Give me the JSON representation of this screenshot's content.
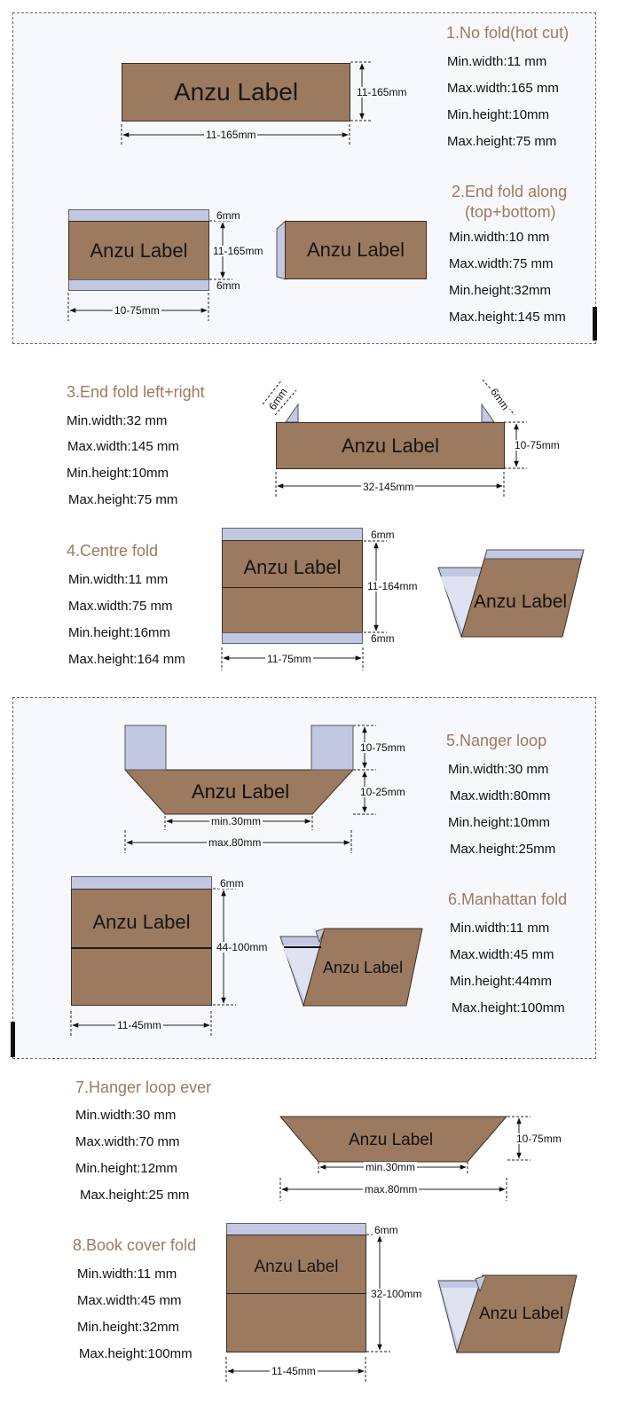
{
  "colors": {
    "label": "#9c7a5f",
    "fold": "#c3c8e2",
    "heading": "#9b7a60"
  },
  "brand": "Anzu Label",
  "s1": {
    "title": "1.No fold(hot cut)",
    "specs": [
      "Min.width:11 mm",
      "Max.width:165 mm",
      "Min.height:10mm",
      "Max.height:75 mm"
    ],
    "dim_h": "11-165mm",
    "dim_w": "11-165mm"
  },
  "s2": {
    "title_line1": "2.End fold along",
    "title_line2": "(top+bottom)",
    "specs": [
      "Min.width:10 mm",
      "Max.width:75 mm",
      "Min.height:32mm",
      "Max.height:145 mm"
    ],
    "fold_top": "6mm",
    "fold_bottom": "6mm",
    "dim_h": "11-165mm",
    "dim_w": "10-75mm"
  },
  "s3": {
    "title": "3.End fold left+right",
    "specs": [
      "Min.width:32 mm",
      "Max.width:145 mm",
      "Min.height:10mm",
      "Max.height:75 mm"
    ],
    "fold_left": "6mm",
    "fold_right": "6mm",
    "dim_h": "10-75mm",
    "dim_w": "32-145mm"
  },
  "s4": {
    "title": "4.Centre fold",
    "specs": [
      "Min.width:11 mm",
      "Max.width:75 mm",
      "Min.height:16mm",
      "Max.height:164 mm"
    ],
    "fold_top": "6mm",
    "fold_bottom": "6mm",
    "dim_h": "11-164mm",
    "dim_w": "11-75mm"
  },
  "s5": {
    "title": "5.Nanger loop",
    "specs": [
      "Min.width:30 mm",
      "Max.width:80mm",
      "Min.height:10mm",
      "Max.height:25mm"
    ],
    "dim_loop": "10-75mm",
    "dim_h": "10-25mm",
    "dim_min": "min.30mm",
    "dim_max": "max.80mm"
  },
  "s6": {
    "title": "6.Manhattan fold",
    "specs": [
      "Min.width:11 mm",
      "Max.width:45 mm",
      "Min.height:44mm",
      "Max.height:100mm"
    ],
    "fold_top": "6mm",
    "dim_h": "44-100mm",
    "dim_w": "11-45mm"
  },
  "s7": {
    "title": "7.Hanger loop ever",
    "specs": [
      "Min.width:30 mm",
      "Max.width:70 mm",
      "Min.height:12mm",
      "Max.height:25 mm"
    ],
    "dim_h": "10-75mm",
    "dim_min": "min.30mm",
    "dim_max": "max.80mm"
  },
  "s8": {
    "title": "8.Book cover fold",
    "specs": [
      "Min.width:11 mm",
      "Max.width:45 mm",
      "Min.height:32mm",
      "Max.height:100mm"
    ],
    "fold_top": "6mm",
    "dim_h": "32-100mm",
    "dim_w": "11-45mm"
  }
}
